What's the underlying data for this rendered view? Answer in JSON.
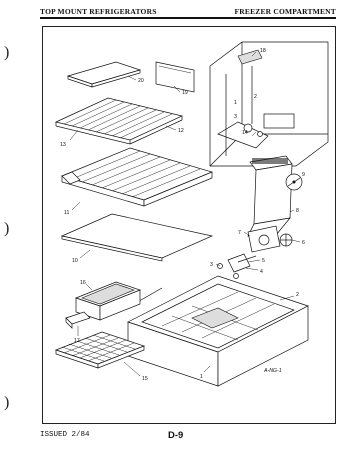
{
  "header": {
    "left": "TOP MOUNT REFRIGERATORS",
    "right": "FREEZER COMPARTMENT"
  },
  "footer": {
    "issued": "ISSUED 2/84",
    "page": "D-9"
  },
  "diagram": {
    "callouts": [
      "18",
      "20",
      "19",
      "13",
      "12",
      "14",
      "9",
      "11",
      "8",
      "7",
      "6",
      "10",
      "5",
      "4",
      "3",
      "16",
      "2",
      "17",
      "15",
      "1"
    ],
    "subcallouts": [
      "1",
      "2",
      "3"
    ],
    "stamp": "A-NG-1"
  }
}
